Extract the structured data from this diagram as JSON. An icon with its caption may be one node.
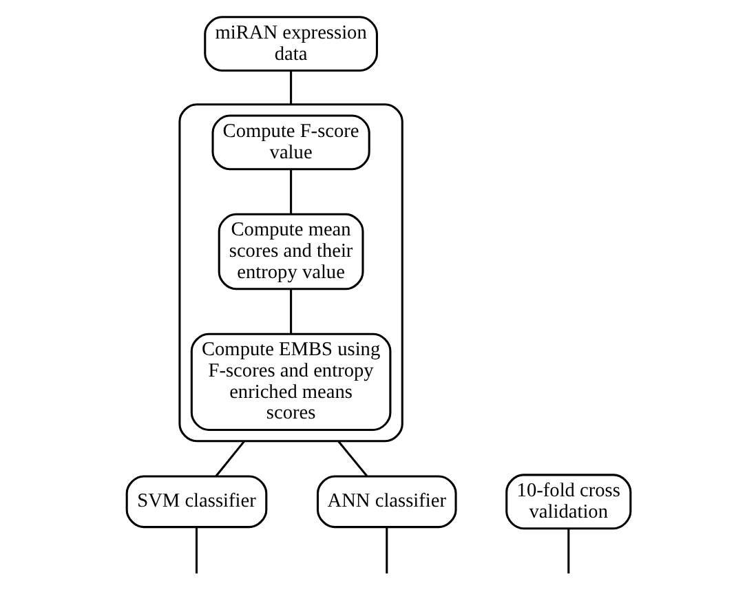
{
  "diagram": {
    "nodes": [
      {
        "text": [
          "miRAN expression data"
        ]
      },
      {
        "text": [],
        "shape": "box"
      },
      {
        "text": [
          "Compute F-score value"
        ],
        "in": 1
      },
      {
        "text": [
          "Compute mean scores and their entropy value"
        ],
        "in": 1
      },
      {
        "text": [
          "Compute EMBS using F-scores and entropy enriched means scores"
        ],
        "in": 1
      },
      {
        "text": [
          "SVM classifier"
        ]
      },
      {
        "text": [
          "ANN classifier"
        ]
      },
      {
        "text": [
          "10-fold cross validation"
        ]
      }
    ],
    "edges": [
      {
        "from": 0,
        "to": 1,
        "arrow": "none"
      },
      {
        "from": 2,
        "to": 3,
        "arrow": "none"
      },
      {
        "from": 3,
        "to": 4,
        "arrow": "none"
      },
      {
        "from": 1,
        "to": 5,
        "arrow": "none"
      },
      {
        "from": 1,
        "to": 6,
        "arrow": "none"
      },
      {
        "from": 5,
        "to": null,
        "arrow": "none"
      },
      {
        "from": 6,
        "to": null,
        "arrow": "none"
      },
      {
        "from": 7,
        "to": null,
        "arrow": "none"
      }
    ]
  }
}
